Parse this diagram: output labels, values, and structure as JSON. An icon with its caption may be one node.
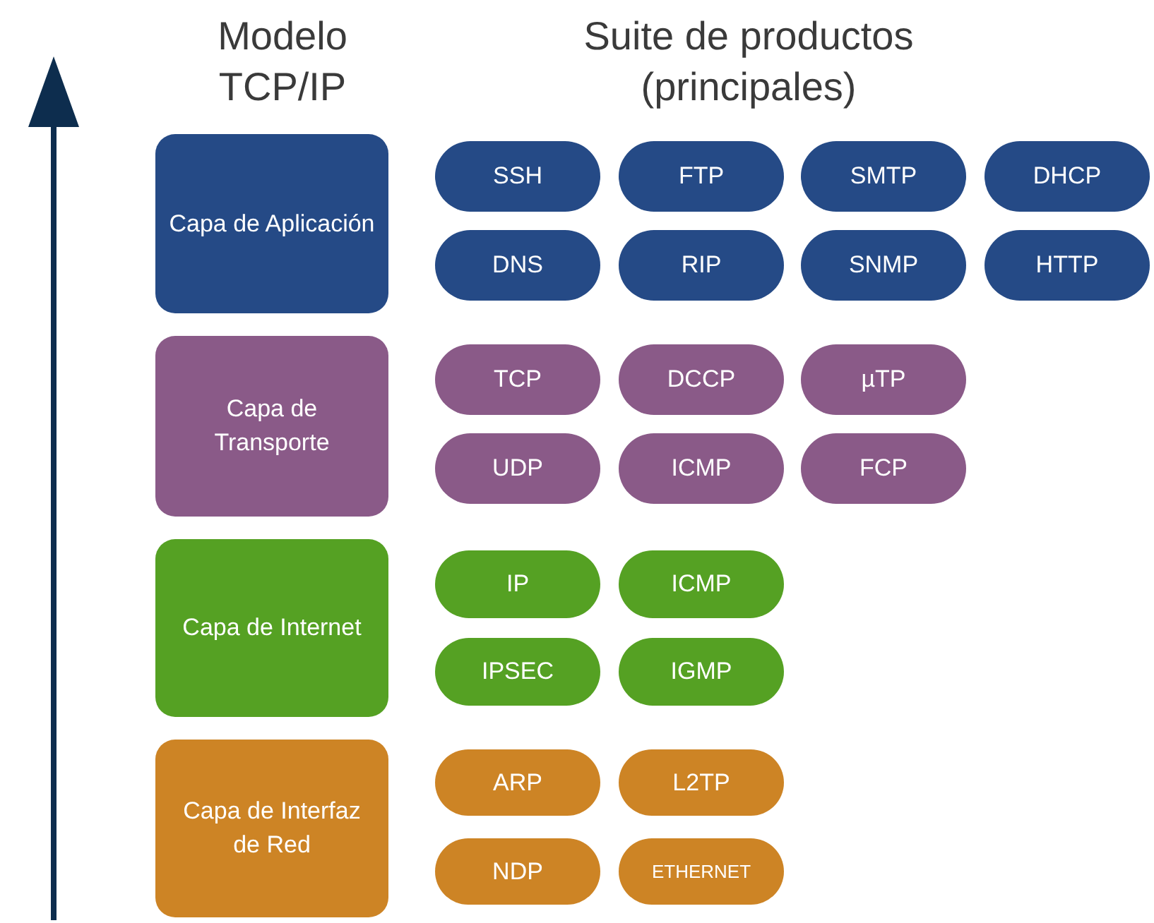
{
  "diagram": {
    "nodes": [
      {
        "text": [
          "Capa de Aplicación"
        ]
      },
      {
        "text": [
          "SSH"
        ]
      },
      {
        "text": [
          "FTP"
        ]
      },
      {
        "text": [
          "SMTP"
        ]
      },
      {
        "text": [
          "DHCP"
        ]
      },
      {
        "text": [
          "DNS"
        ]
      },
      {
        "text": [
          "RIP"
        ]
      },
      {
        "text": [
          "SNMP"
        ]
      },
      {
        "text": [
          "HTTP"
        ]
      },
      {
        "text": [
          "Capa de Transporte"
        ]
      },
      {
        "text": [
          "TCP"
        ]
      },
      {
        "text": [
          "DCCP"
        ]
      },
      {
        "text": [
          "µTP"
        ]
      },
      {
        "text": [
          "UDP"
        ]
      },
      {
        "text": [
          "ICMP"
        ]
      },
      {
        "text": [
          "FCP"
        ]
      },
      {
        "text": [
          "Capa de Internet"
        ]
      },
      {
        "text": [
          "IP"
        ]
      },
      {
        "text": [
          "ICMP"
        ]
      },
      {
        "text": [
          "IPSEC"
        ]
      },
      {
        "text": [
          "IGMP"
        ]
      },
      {
        "text": [
          "Capa de Interfaz de Red"
        ]
      },
      {
        "text": [
          "ARP"
        ]
      },
      {
        "text": [
          "L2TP"
        ]
      },
      {
        "text": [
          "NDP"
        ]
      },
      {
        "text": [
          "ETHERNET"
        ]
      }
    ],
    "labels": [
      "Modelo TCP/IP",
      "Suite de productos (principales)"
    ]
  }
}
